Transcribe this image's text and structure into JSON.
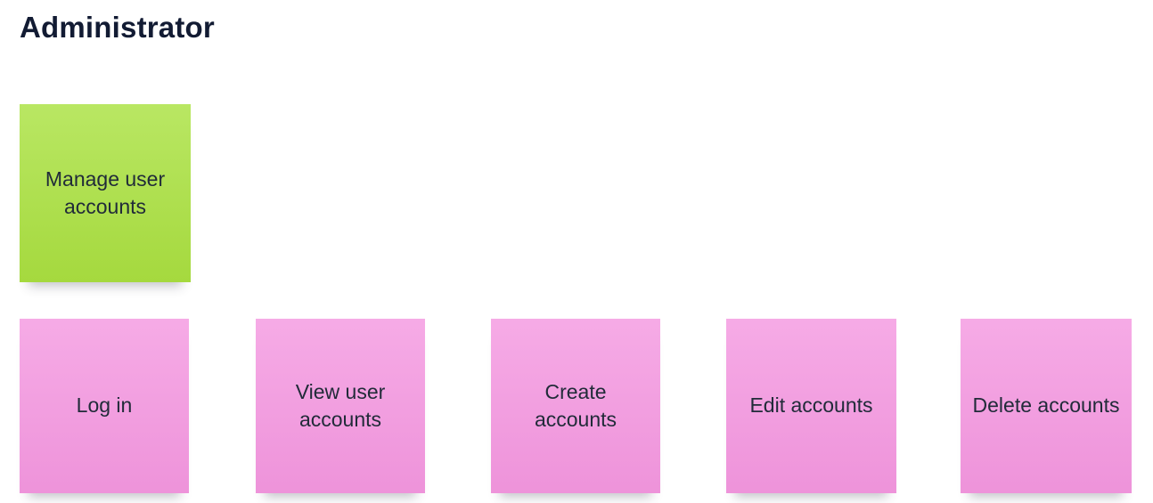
{
  "title": "Administrator",
  "colors": {
    "background": "#ffffff",
    "title_text": "#121b33",
    "note_text": "#212b39",
    "epic_note_green": "#aee14f",
    "story_note_pink": "#f2a0e0"
  },
  "epic": {
    "label": "Manage user accounts"
  },
  "stories": [
    {
      "label": "Log in"
    },
    {
      "label": "View user accounts"
    },
    {
      "label": "Create accounts"
    },
    {
      "label": "Edit accounts"
    },
    {
      "label": "Delete accounts"
    }
  ]
}
